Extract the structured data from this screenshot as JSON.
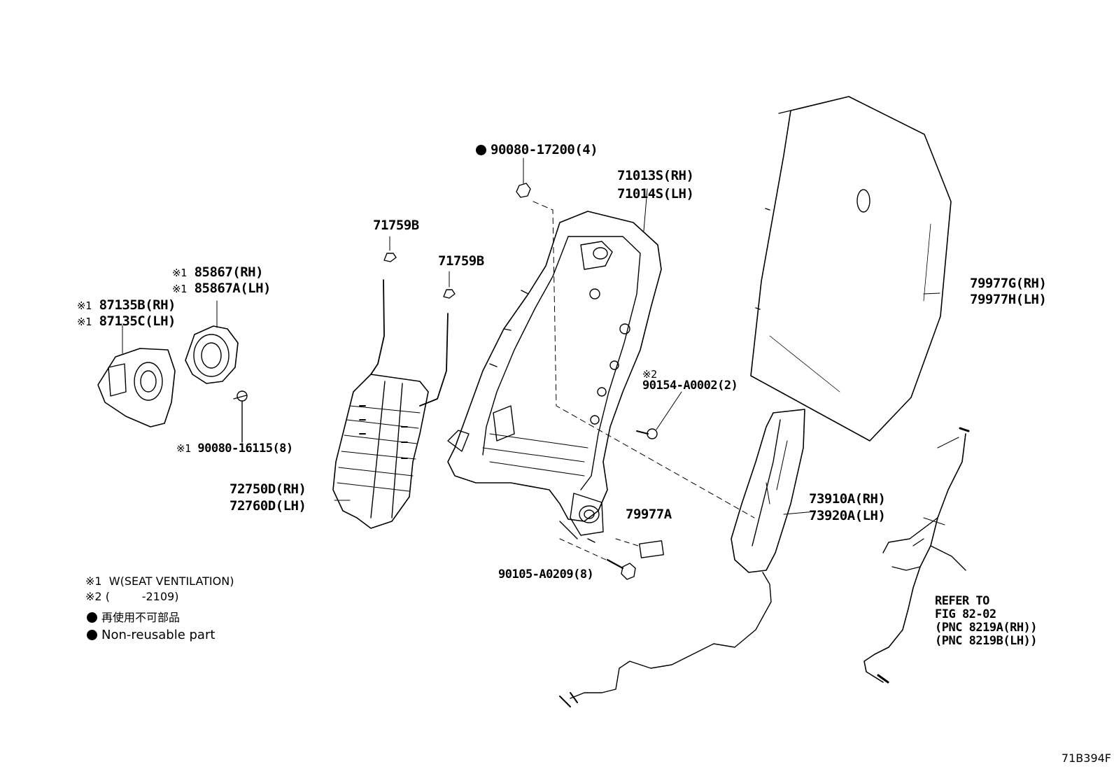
{
  "labels": {
    "nut_90080_17200": "90080-17200(4)",
    "frame_rh": "71013S(RH)",
    "frame_lh": "71014S(LH)",
    "clip_71759b_1": "71759B",
    "clip_71759b_2": "71759B",
    "fan_85867_rh": "85867(RH)",
    "fan_85867_lh": "85867A(LH)",
    "blower_87135_rh": "87135B(RH)",
    "blower_87135_lh": "87135C(LH)",
    "board_rh": "79977G(RH)",
    "board_lh": "79977H(LH)",
    "screw_90154": "90154-A0002(2)",
    "screw_90080_16115": "90080-16115(8)",
    "spring_rh": "72750D(RH)",
    "spring_lh": "72760D(LH)",
    "airbag_rh": "73910A(RH)",
    "airbag_lh": "73920A(LH)",
    "label_79977a": "79977A",
    "bolt_90105": "90105-A0209(8)",
    "refer_line1": "REFER TO",
    "refer_line2": "FIG 82-02",
    "refer_line3": "(PNC 8219A(RH))",
    "refer_line4": "(PNC 8219B(LH))"
  },
  "marks": {
    "note1": "※1",
    "note2": "※2"
  },
  "legend": {
    "note1_mark": "※1",
    "note1_text": "W(SEAT VENTILATION)",
    "note2_mark": "※2",
    "note2_text": "(         -2109)",
    "nonreusable_jp": "再使用不可部品",
    "nonreusable_en": "Non-reusable part"
  },
  "figure_code": "71B394F"
}
